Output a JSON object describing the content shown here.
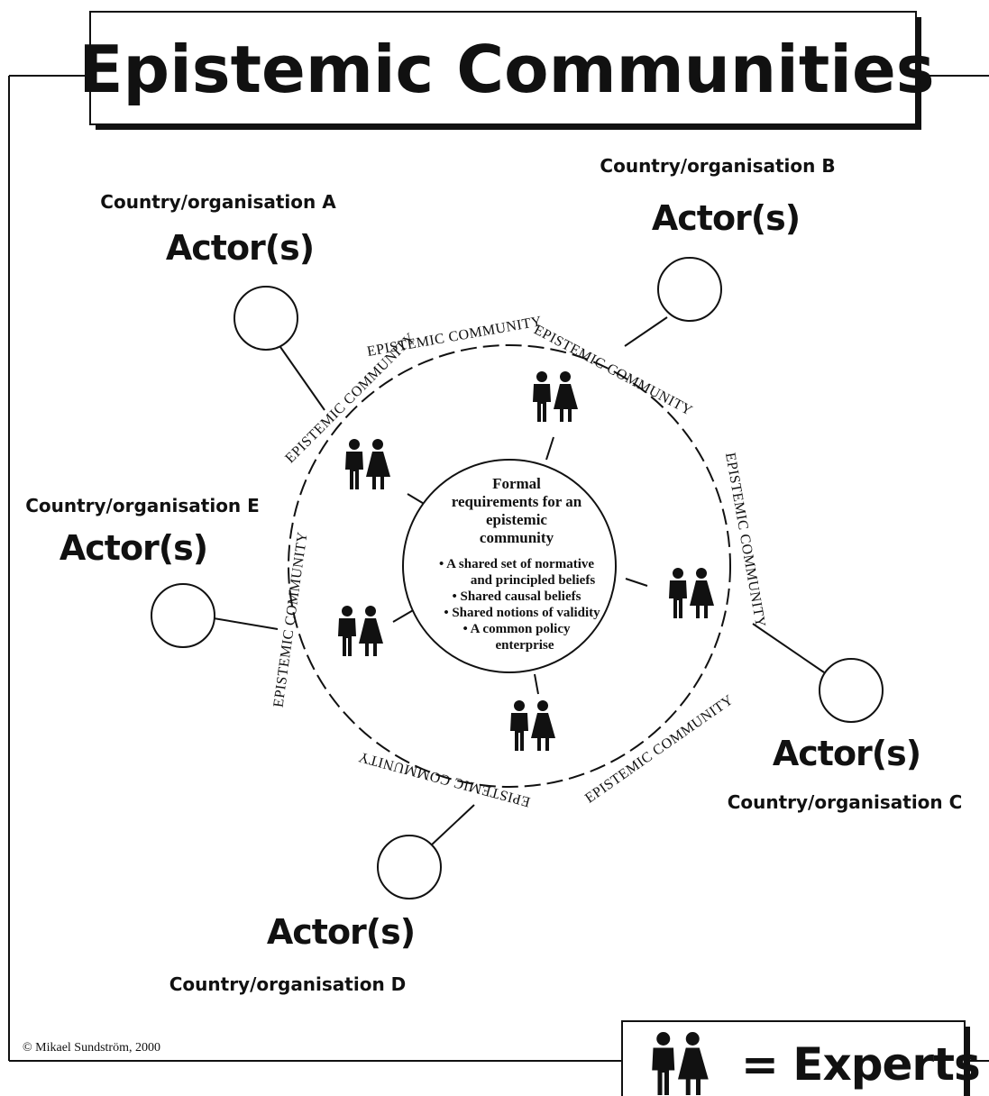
{
  "title": "Epistemic Communities",
  "ring_label": "EPISTEMIC COMMUNITY",
  "actors": [
    {
      "id": "A",
      "country": "Country/organisation A",
      "label": "Actor(s)"
    },
    {
      "id": "B",
      "country": "Country/organisation B",
      "label": "Actor(s)"
    },
    {
      "id": "C",
      "country": "Country/organisation C",
      "label": "Actor(s)"
    },
    {
      "id": "D",
      "country": "Country/organisation D",
      "label": "Actor(s)"
    },
    {
      "id": "E",
      "country": "Country/organisation E",
      "label": "Actor(s)"
    }
  ],
  "center": {
    "heading": [
      "Formal",
      "requirements for an",
      "epistemic",
      "community"
    ],
    "items": [
      "• A shared set of normative",
      "and principled beliefs",
      "• Shared causal beliefs",
      "• Shared notions of validity",
      "• A common policy",
      "enterprise"
    ]
  },
  "legend": {
    "label": "= Experts"
  },
  "copyright": "© Mikael Sundström, 2000",
  "colors": {
    "ink": "#111111",
    "background": "#ffffff"
  }
}
